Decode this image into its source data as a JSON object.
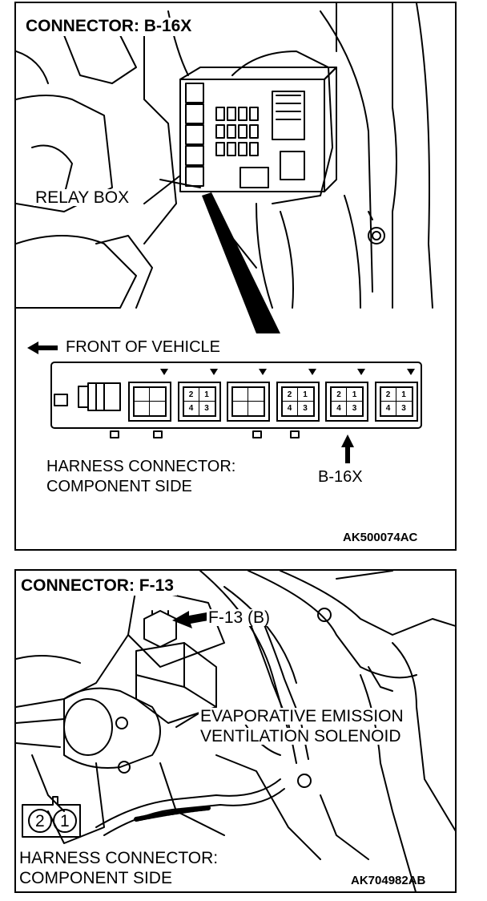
{
  "top_figure": {
    "title": "CONNECTOR: B-16X",
    "relay_box_label": "RELAY BOX",
    "front_label": "FRONT OF VEHICLE",
    "harness_line1": "HARNESS CONNECTOR:",
    "harness_line2": "COMPONENT SIDE",
    "target_label": "B-16X",
    "figure_code": "AK500074AC",
    "connector_slots": [
      {
        "pins": [
          "",
          "",
          "",
          ""
        ],
        "marked": false
      },
      {
        "pins": [
          "2",
          "1",
          "4",
          "3"
        ],
        "marked": false
      },
      {
        "pins": [
          "",
          "",
          "",
          ""
        ],
        "marked": false
      },
      {
        "pins": [
          "2",
          "1",
          "4",
          "3"
        ],
        "marked": false
      },
      {
        "pins": [
          "2",
          "1",
          "4",
          "3"
        ],
        "marked": true
      },
      {
        "pins": [
          "2",
          "1",
          "4",
          "3"
        ],
        "marked": false
      }
    ]
  },
  "bottom_figure": {
    "title": "CONNECTOR: F-13",
    "connector_label": "F-13 (B)",
    "component_line1": "EVAPORATIVE EMISSION",
    "component_line2": "VENTILATION SOLENOID",
    "harness_line1": "HARNESS CONNECTOR:",
    "harness_line2": "COMPONENT SIDE",
    "figure_code": "AK704982AB",
    "pins": [
      "2",
      "1"
    ]
  }
}
